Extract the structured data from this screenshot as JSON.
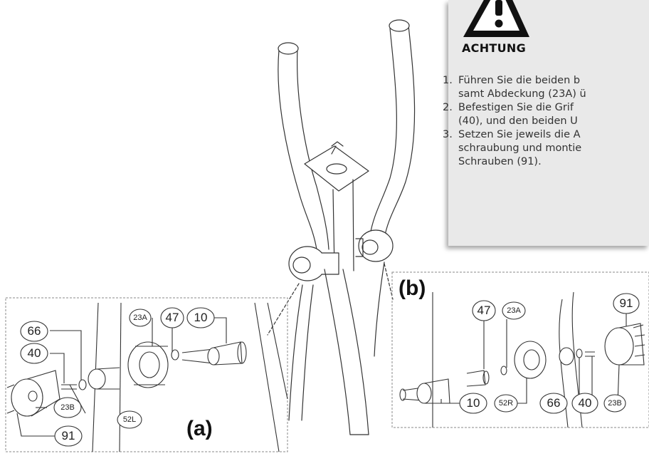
{
  "warning": {
    "title": "ACHTUNG",
    "icon": "warning-triangle-icon"
  },
  "steps": [
    {
      "num": "1.",
      "lines": [
        "Führen Sie die beiden b",
        "samt Abdeckung (23A) ü"
      ]
    },
    {
      "num": "2.",
      "lines": [
        "Befestigen Sie die Grif",
        "(40), und den  beiden U"
      ]
    },
    {
      "num": "3.",
      "lines": [
        "Setzen Sie jeweils die A",
        "schraubung  und  montie",
        "Schrauben (91)."
      ]
    }
  ],
  "detail_a": {
    "label": "(a)",
    "parts": [
      "66",
      "40",
      "23A",
      "47",
      "10",
      "23B",
      "52L",
      "91"
    ]
  },
  "detail_b": {
    "label": "(b)",
    "parts": [
      "47",
      "23A",
      "91",
      "10",
      "52R",
      "66",
      "40",
      "23B"
    ]
  }
}
